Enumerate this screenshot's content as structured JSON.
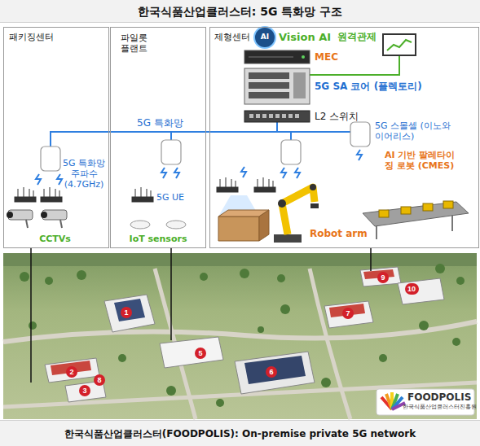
{
  "diagram": {
    "title": "한국식품산업클러스터: 5G 특화망 구조",
    "caption": "한국식품산업클러스터(FOODPOLIS): On-premise private 5G network",
    "nodes": [
      {
        "text": [
          "패키징센터"
        ]
      },
      {
        "text": [
          "파일롯 플랜트"
        ]
      },
      {
        "text": [
          "제형센터"
        ]
      }
    ],
    "labels": [
      "AI",
      "Vision AI",
      "원격관제",
      "MEC",
      "5G SA 코어 (플렉토리)",
      "L2 스위치",
      "5G 특화망",
      "5G 특화망 주파수 (4.7GHz)",
      "5G 스몰셀 (이노와이어리스)",
      "5G UE",
      "AI 기반 팔레타이징 로봇 (CMES)",
      "CCTVs",
      "IoT sensors",
      "Robot arm",
      "1",
      "2",
      "3",
      "5",
      "6",
      "7",
      "8",
      "9",
      "10",
      "FOODPOLIS",
      "한국식품산업클러스터진흥원"
    ]
  }
}
